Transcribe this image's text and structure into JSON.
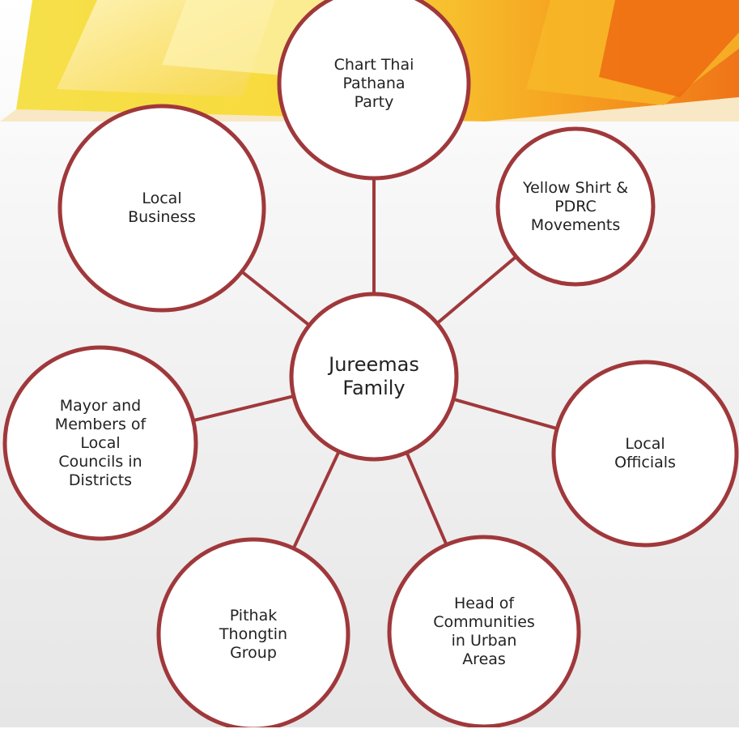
{
  "diagram": {
    "center": {
      "label": "Jureemas\nFamily"
    },
    "nodes": [
      {
        "id": "chart-thai",
        "label": "Chart Thai\nPathana\nParty"
      },
      {
        "id": "yellow-shirt",
        "label": "Yellow Shirt &\nPDRC\nMovements"
      },
      {
        "id": "local-officials",
        "label": "Local\nOfficials"
      },
      {
        "id": "head-communities",
        "label": "Head of\nCommunities\nin Urban\nAreas"
      },
      {
        "id": "pithak",
        "label": "Pithak\nThongtin\nGroup"
      },
      {
        "id": "mayor",
        "label": "Mayor and\nMembers of\nLocal\nCouncils in\nDistricts"
      },
      {
        "id": "local-business",
        "label": "Local\nBusiness"
      }
    ]
  },
  "colors": {
    "circle_stroke": "#a0383b",
    "circle_fill": "#ffffff",
    "connector": "#a0383b",
    "banner_orange": "#f29a1a",
    "banner_yellow": "#f7e34a",
    "banner_deep": "#ef6a12"
  }
}
